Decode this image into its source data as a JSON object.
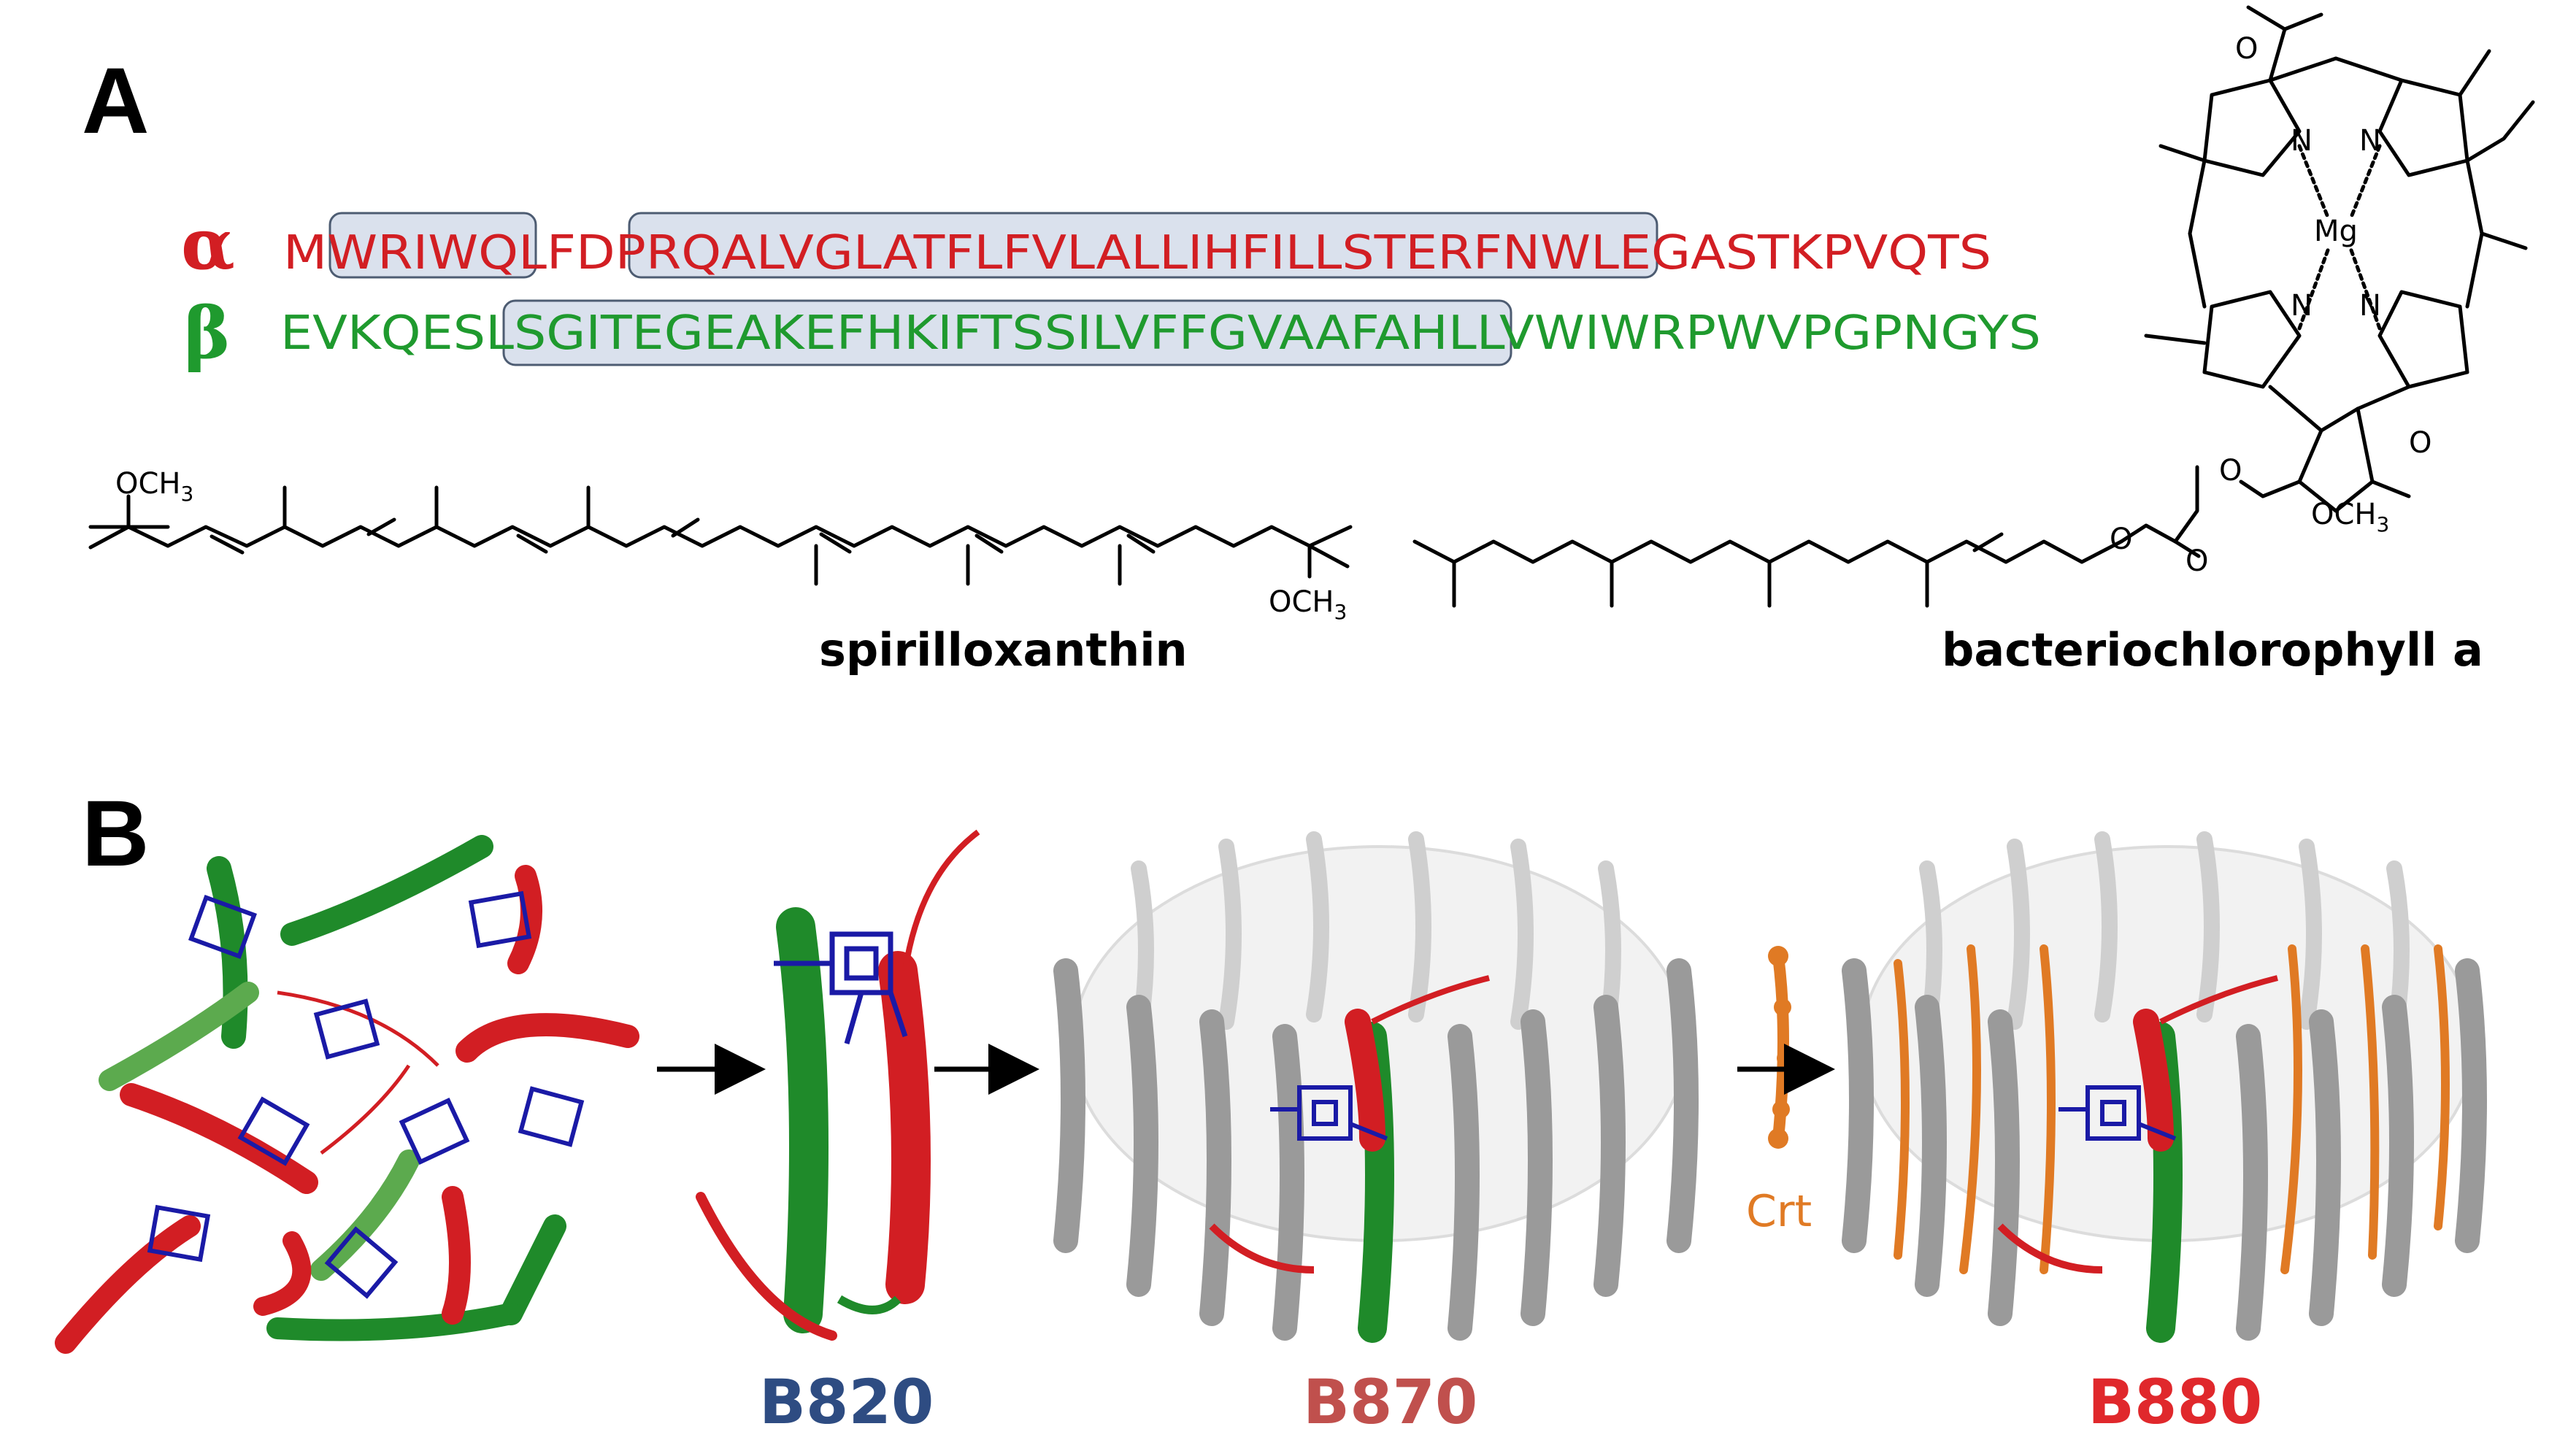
{
  "panels": {
    "a": "A",
    "b": "B"
  },
  "sequences": {
    "alpha": {
      "symbol": "α",
      "residues": "MWRIWQLFDPRQALVGLATFLFVLALLIHFILLSTERFNWLEGASTKPVQTS",
      "color": "#d21e23",
      "boxed_segments": [
        "WRIWQ",
        "PRQALVGLATFLFVLALLIHFILLSTERFNWLE"
      ]
    },
    "beta": {
      "symbol": "β",
      "residues": "EVKQESLSGITEGEAKEFHKIFTSSILVFFGVAAFAHLLVWIWRPWVPGPNGYS",
      "color": "#1f9a2e",
      "boxed_segments": [
        "SGITEGEAKEFHKIFTSSILVFFGVAAFAHLLV"
      ]
    }
  },
  "molecules": {
    "carotenoid_name": "spirilloxanthin",
    "bchl_name": "bacteriochlorophyll a",
    "groups": {
      "och3": "OCH",
      "sub3": "3",
      "o": "O",
      "n": "N",
      "mg": "Mg"
    }
  },
  "assembly": {
    "stages": [
      {
        "label": "B820",
        "color": "#2e4c82"
      },
      {
        "label": "B870",
        "color": "#c0504d"
      },
      {
        "label": "B880",
        "color": "#e0282c"
      }
    ],
    "crt_label": "Crt",
    "colors": {
      "alpha": "#d21e23",
      "beta": "#1f8a2a",
      "bchl": "#1a1aa6",
      "carotenoid": "#e07a24",
      "ring_protein": "#9a9a9a"
    }
  }
}
